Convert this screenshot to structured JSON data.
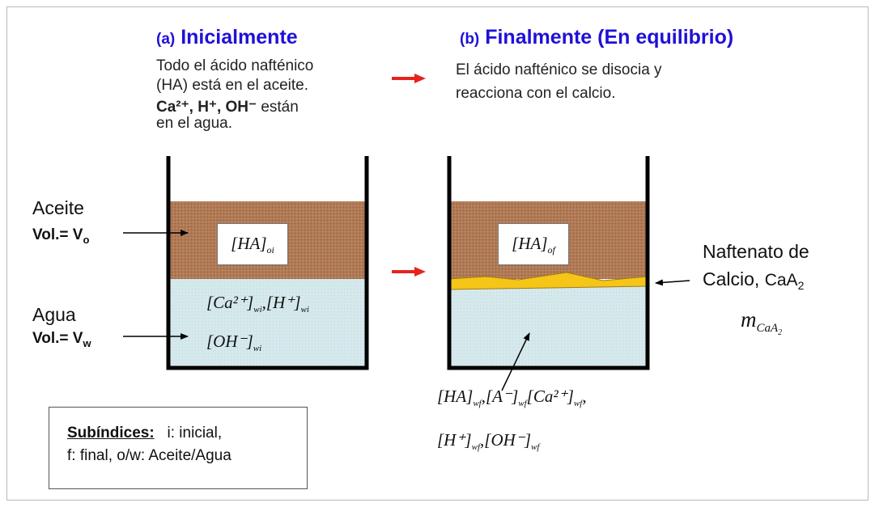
{
  "panel_a": {
    "letter": "(a)",
    "title": "Inicialmente",
    "line1": "Todo el ácido nafténico",
    "line2": "(HA) está en el aceite.",
    "ions": "Ca²⁺, H⁺, OH⁻",
    "ions_suffix": "están",
    "line4": "en el agua."
  },
  "panel_b": {
    "letter": "(b)",
    "title": "Finalmente (En equilibrio)",
    "line1": "El ácido nafténico se disocia y",
    "line2": "reacciona con el calcio."
  },
  "labels": {
    "oil": "Aceite",
    "oil_vol": "Vol.= V",
    "oil_vol_sub": "o",
    "water": "Agua",
    "water_vol": "Vol.= V",
    "water_vol_sub": "w",
    "precipitate_line1": "Naftenato de",
    "precipitate_line2": "Calcio,",
    "precipitate_formula": "CaA",
    "precipitate_formula_sub": "2",
    "mass_symbol": "m",
    "mass_sub": "CaA",
    "mass_sub_sub": "2"
  },
  "formulas": {
    "ha_oil_initial": "[HA]",
    "ha_oil_initial_sub": "oi",
    "ha_oil_final": "[HA]",
    "ha_oil_final_sub": "of",
    "water_initial_row1": "[Ca²⁺]",
    "water_initial_row1_sub": "wi",
    "water_initial_row1b": ",[H⁺]",
    "water_initial_row1b_sub": "wi",
    "water_initial_row2": "[OH⁻]",
    "water_initial_row2_sub": "wi",
    "water_final_row1a": "[HA]",
    "water_final_row1a_sub": "wf",
    "water_final_row1b": ",[A⁻]",
    "water_final_row1b_sub": "wf",
    "water_final_row1c": "[Ca²⁺]",
    "water_final_row1c_sub": "wf",
    "water_final_row1_end": ",",
    "water_final_row2a": "[H⁺]",
    "water_final_row2a_sub": "wf",
    "water_final_row2b": ",[OH⁻]",
    "water_final_row2b_sub": "wf"
  },
  "legend": {
    "heading": "Subíndices:",
    "line1_rest": "i: inicial,",
    "line2": "f: final, o/w: Aceite/Agua"
  },
  "colors": {
    "title_blue": "#1f10d8",
    "oil_brown": "#b07a55",
    "water_blue": "#d5e9ec",
    "precipitate_yellow": "#f5c518",
    "arrow_red": "#e8231e"
  }
}
